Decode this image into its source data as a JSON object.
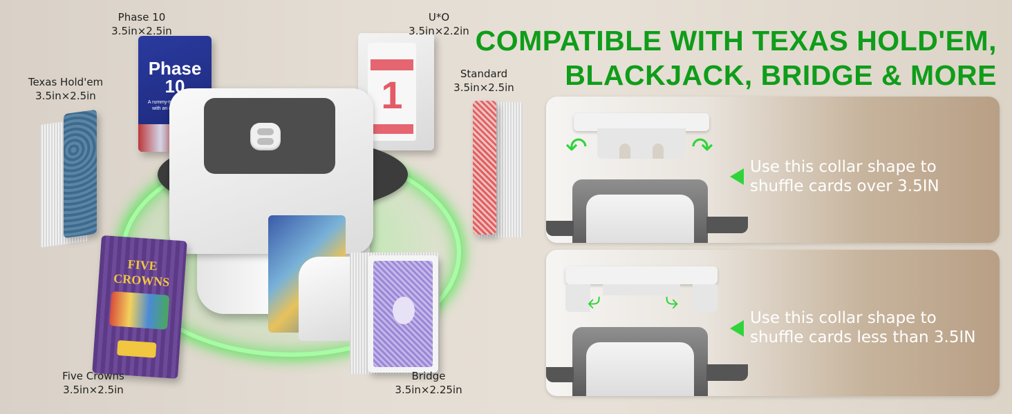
{
  "headline": {
    "line1": "COMPATIBLE WITH TEXAS HOLD'EM,",
    "line2": "BLACKJACK, BRIDGE & MORE"
  },
  "decks": [
    {
      "name": "Phase 10",
      "size": "3.5in×2.5in"
    },
    {
      "name": "U*O",
      "size": "3.5in×2.2in"
    },
    {
      "name": "Texas Hold'em",
      "size": "3.5in×2.5in"
    },
    {
      "name": "Standard",
      "size": "3.5in×2.5in"
    },
    {
      "name": "Five Crowns",
      "size": "3.5in×2.5in"
    },
    {
      "name": "Bridge",
      "size": "3.5in×2.25in"
    }
  ],
  "box_art": {
    "phase10_logo": "Phase 10",
    "phase10_tagline": "A rummy-type card game with an exciting twist!",
    "uo_card": "1",
    "five_crowns_logo": "FIVE CROWNS"
  },
  "panels": [
    {
      "line1": "Use this collar shape to",
      "line2": "shuffle cards over 3.5IN"
    },
    {
      "line1": "Use this collar shape to",
      "line2": "shuffle cards less than 3.5IN"
    }
  ],
  "colors": {
    "accent_green": "#0f9d1a",
    "arrow_green": "#2fd43a"
  }
}
